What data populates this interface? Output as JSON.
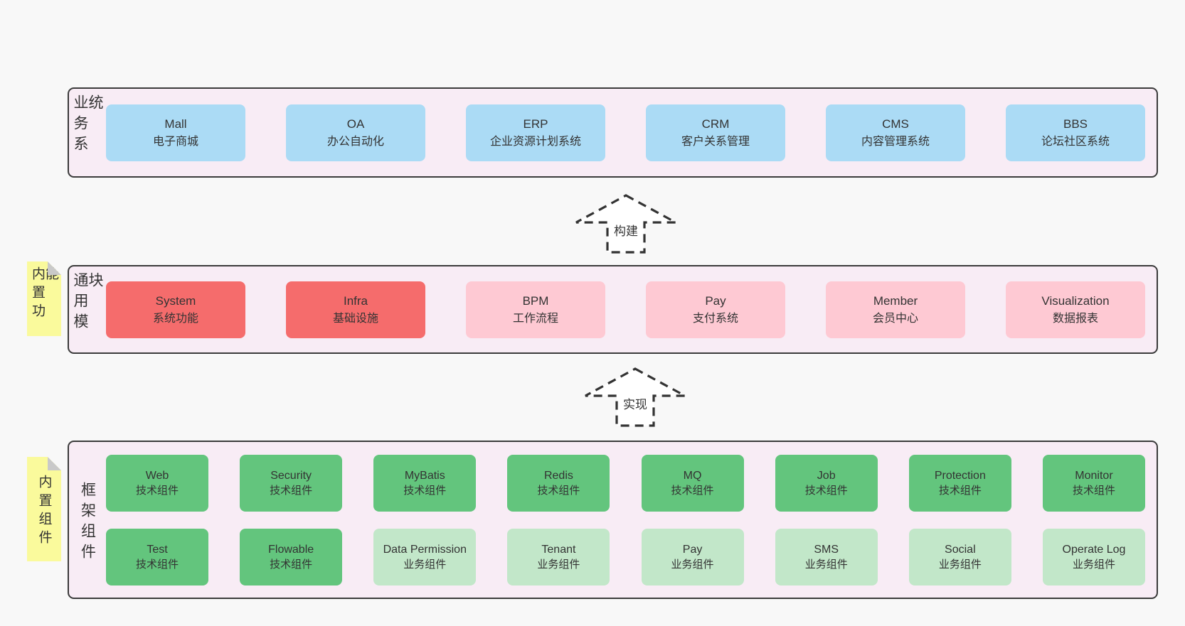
{
  "diagram": {
    "layer_business": {
      "label": "业务系统",
      "boxes": [
        {
          "name": "Mall",
          "desc": "电子商城"
        },
        {
          "name": "OA",
          "desc": "办公自动化"
        },
        {
          "name": "ERP",
          "desc": "企业资源计划系统"
        },
        {
          "name": "CRM",
          "desc": "客户关系管理"
        },
        {
          "name": "CMS",
          "desc": "内容管理系统"
        },
        {
          "name": "BBS",
          "desc": "论坛社区系统"
        }
      ]
    },
    "arrow_build": {
      "label": "构建"
    },
    "layer_modules": {
      "label": "通用模块",
      "note": "内置功能",
      "boxes": [
        {
          "name": "System",
          "desc": "系统功能",
          "variant": "red"
        },
        {
          "name": "Infra",
          "desc": "基础设施",
          "variant": "red"
        },
        {
          "name": "BPM",
          "desc": "工作流程",
          "variant": "pink"
        },
        {
          "name": "Pay",
          "desc": "支付系统",
          "variant": "pink"
        },
        {
          "name": "Member",
          "desc": "会员中心",
          "variant": "pink"
        },
        {
          "name": "Visualization",
          "desc": "数据报表",
          "variant": "pink"
        }
      ]
    },
    "arrow_implement": {
      "label": "实现"
    },
    "layer_components": {
      "label": "框架组件",
      "note": "内置组件",
      "row1": [
        {
          "name": "Web",
          "desc": "技术组件",
          "variant": "green"
        },
        {
          "name": "Security",
          "desc": "技术组件",
          "variant": "green"
        },
        {
          "name": "MyBatis",
          "desc": "技术组件",
          "variant": "green"
        },
        {
          "name": "Redis",
          "desc": "技术组件",
          "variant": "green"
        },
        {
          "name": "MQ",
          "desc": "技术组件",
          "variant": "green"
        },
        {
          "name": "Job",
          "desc": "技术组件",
          "variant": "green"
        },
        {
          "name": "Protection",
          "desc": "技术组件",
          "variant": "green"
        },
        {
          "name": "Monitor",
          "desc": "技术组件",
          "variant": "green"
        }
      ],
      "row2": [
        {
          "name": "Test",
          "desc": "技术组件",
          "variant": "green"
        },
        {
          "name": "Flowable",
          "desc": "技术组件",
          "variant": "green"
        },
        {
          "name": "Data Permission",
          "desc": "业务组件",
          "variant": "lightgreen"
        },
        {
          "name": "Tenant",
          "desc": "业务组件",
          "variant": "lightgreen"
        },
        {
          "name": "Pay",
          "desc": "业务组件",
          "variant": "lightgreen"
        },
        {
          "name": "SMS",
          "desc": "业务组件",
          "variant": "lightgreen"
        },
        {
          "name": "Social",
          "desc": "业务组件",
          "variant": "lightgreen"
        },
        {
          "name": "Operate Log",
          "desc": "业务组件",
          "variant": "lightgreen"
        }
      ]
    },
    "colors": {
      "background": "#f8f8f8",
      "container_bg": "#f8ecf5",
      "container_border": "#3b3b3b",
      "box_blue": "#abdbf5",
      "box_red": "#f56c6c",
      "box_pink": "#fec9d3",
      "box_green": "#63c57d",
      "box_lightgreen": "#c2e7c9",
      "note_yellow": "#fafa9c",
      "note_fold": "#c9c9c9",
      "text": "#333333"
    }
  }
}
